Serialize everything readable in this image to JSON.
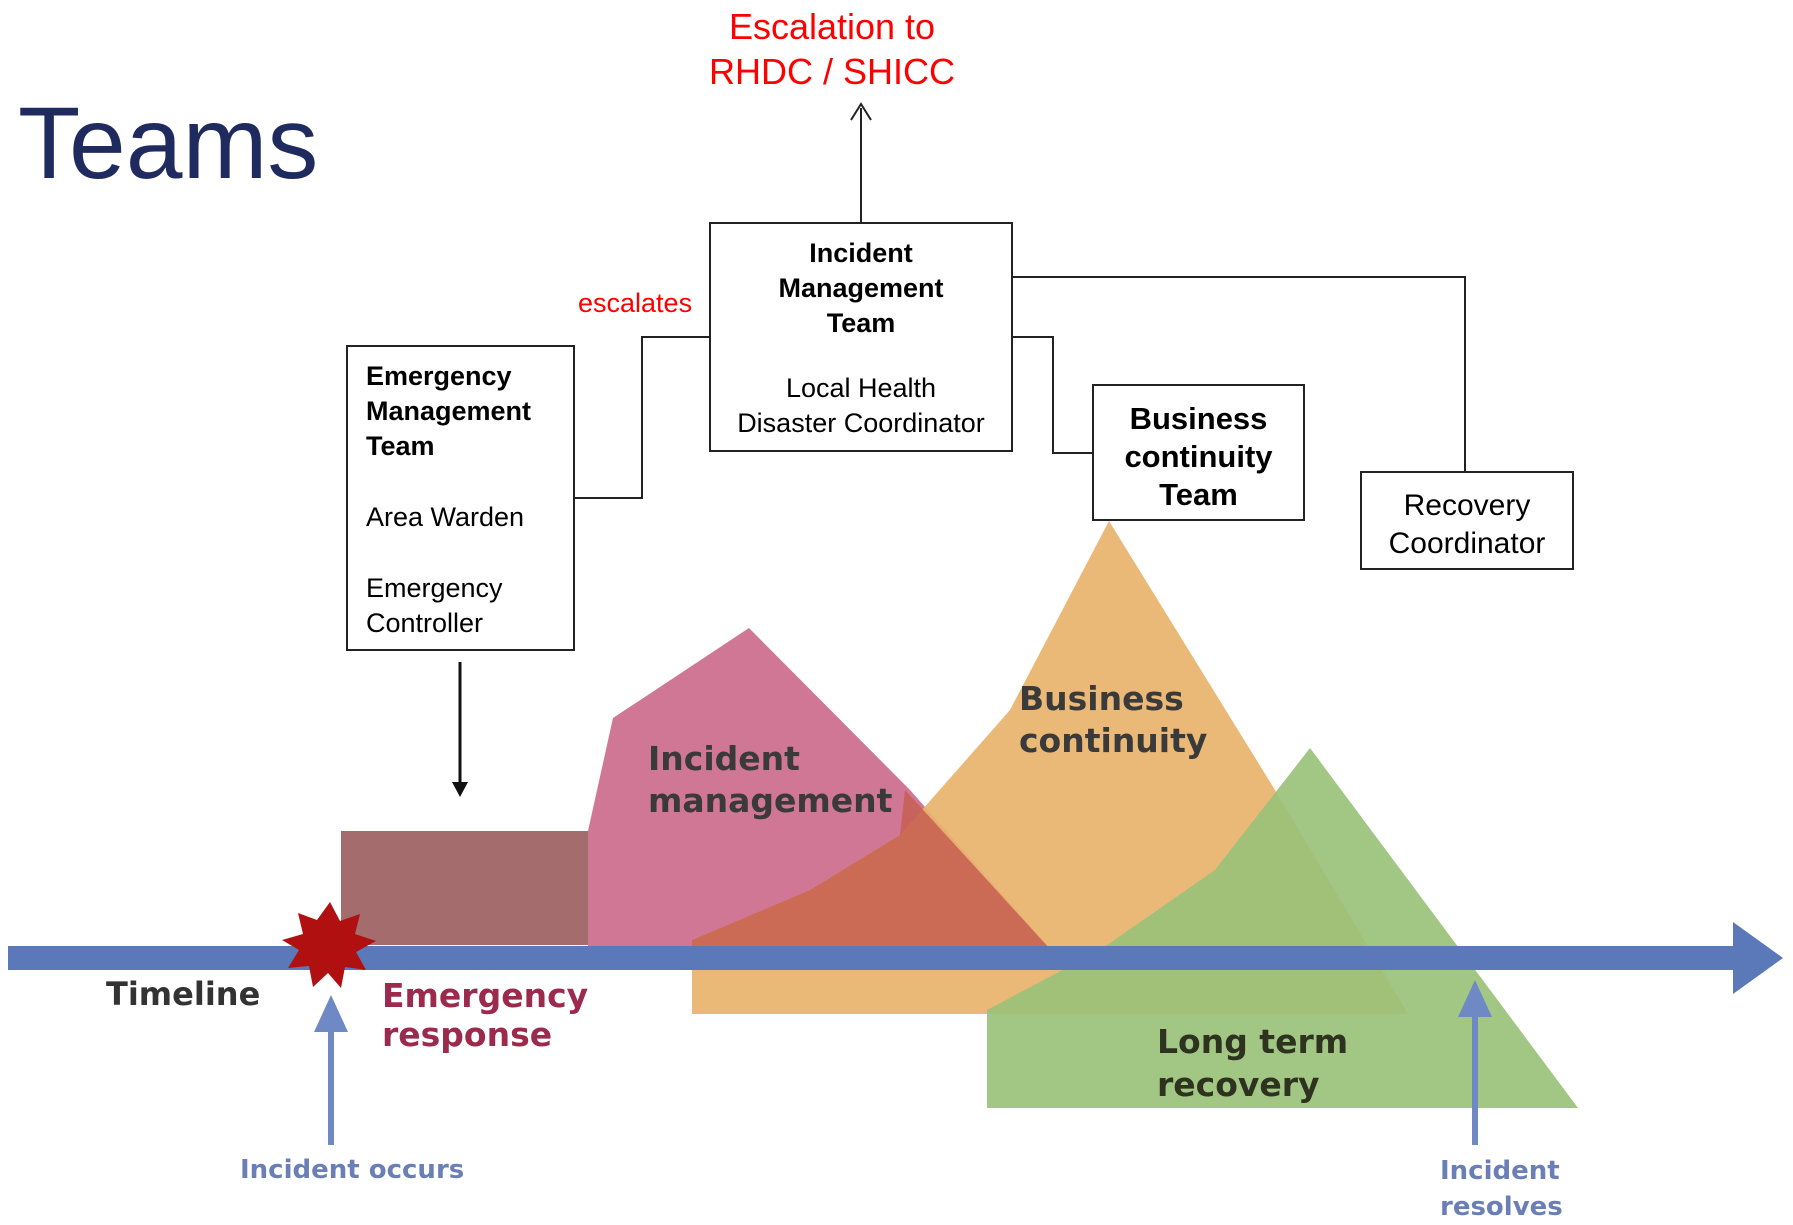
{
  "title": "Teams",
  "escalation": {
    "line1": "Escalation to",
    "line2": "RHDC / SHICC"
  },
  "escalates_label": "escalates",
  "boxes": {
    "incident_management_team": {
      "title_lines": [
        "Incident",
        "Management",
        "Team"
      ],
      "role_lines": [
        "Local Health",
        "Disaster Coordinator"
      ]
    },
    "emergency_management_team": {
      "title_lines": [
        "Emergency",
        "Management",
        "Team"
      ],
      "role1": "Area Warden",
      "role2_lines": [
        "Emergency",
        "Controller"
      ]
    },
    "business_continuity_team": {
      "title_lines": [
        "Business",
        "continuity",
        "Team"
      ]
    },
    "recovery_coordinator": {
      "lines": [
        "Recovery",
        "Coordinator"
      ]
    }
  },
  "phases": {
    "incident_management": [
      "Incident",
      "management"
    ],
    "business_continuity": [
      "Business",
      "continuity"
    ],
    "long_term_recovery": [
      "Long term",
      "recovery"
    ],
    "emergency_response": [
      "Emergency",
      "response"
    ]
  },
  "timeline_label": "Timeline",
  "incident_occurs": "Incident occurs",
  "incident_resolves": [
    "Incident",
    "resolves"
  ],
  "colors": {
    "title": "#1f2b5e",
    "red_text": "#ff0000",
    "emergency_response": "#a56c6e",
    "incident_management": "#cd7190",
    "business_continuity": "#e8b36d",
    "long_term_recovery": "#9bc27a",
    "timeline": "#5b79b8",
    "incident_star": "#b01010"
  }
}
